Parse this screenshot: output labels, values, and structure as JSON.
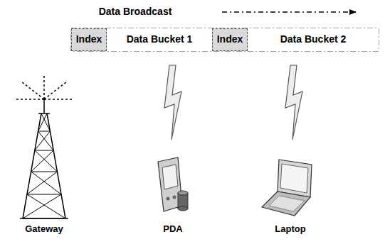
{
  "diagram": {
    "title": "Data Broadcast",
    "nodes": [
      {
        "text": [
          "Index"
        ]
      },
      {
        "text": [
          "Data Bucket 1"
        ]
      },
      {
        "text": [
          "Index"
        ]
      },
      {
        "text": [
          "Data Bucket 2"
        ]
      }
    ],
    "labels": [
      "Gateway",
      "PDA",
      "Laptop"
    ]
  }
}
